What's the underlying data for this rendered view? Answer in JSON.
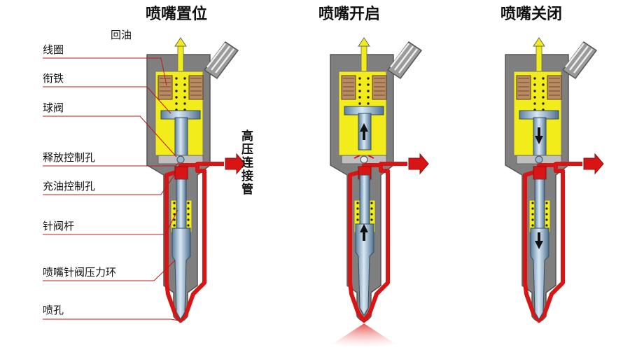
{
  "titles": [
    "喷嘴置位",
    "喷嘴开启",
    "喷嘴关闭"
  ],
  "labels": {
    "return_oil": "回油",
    "coil": "线圈",
    "armature": "衔铁",
    "ball_valve": "球阀",
    "release_hole": "释放控制孔",
    "fill_hole": "充油控制孔",
    "needle_rod": "针阀杆",
    "pressure_ring": "喷嘴针阀压力环",
    "nozzle_hole": "喷孔"
  },
  "high_pressure_pipe": "高压连接管",
  "colors": {
    "body": "#7f7f7f",
    "fuel_low": "#f2ec1a",
    "fuel_high": "#d91414",
    "coil": "#b88b62",
    "leader": "#c01818",
    "plunger": "#7ea6c8"
  },
  "icons": [
    "flow-arrow-icon",
    "spray-icon",
    "movement-arrow-icon"
  ]
}
